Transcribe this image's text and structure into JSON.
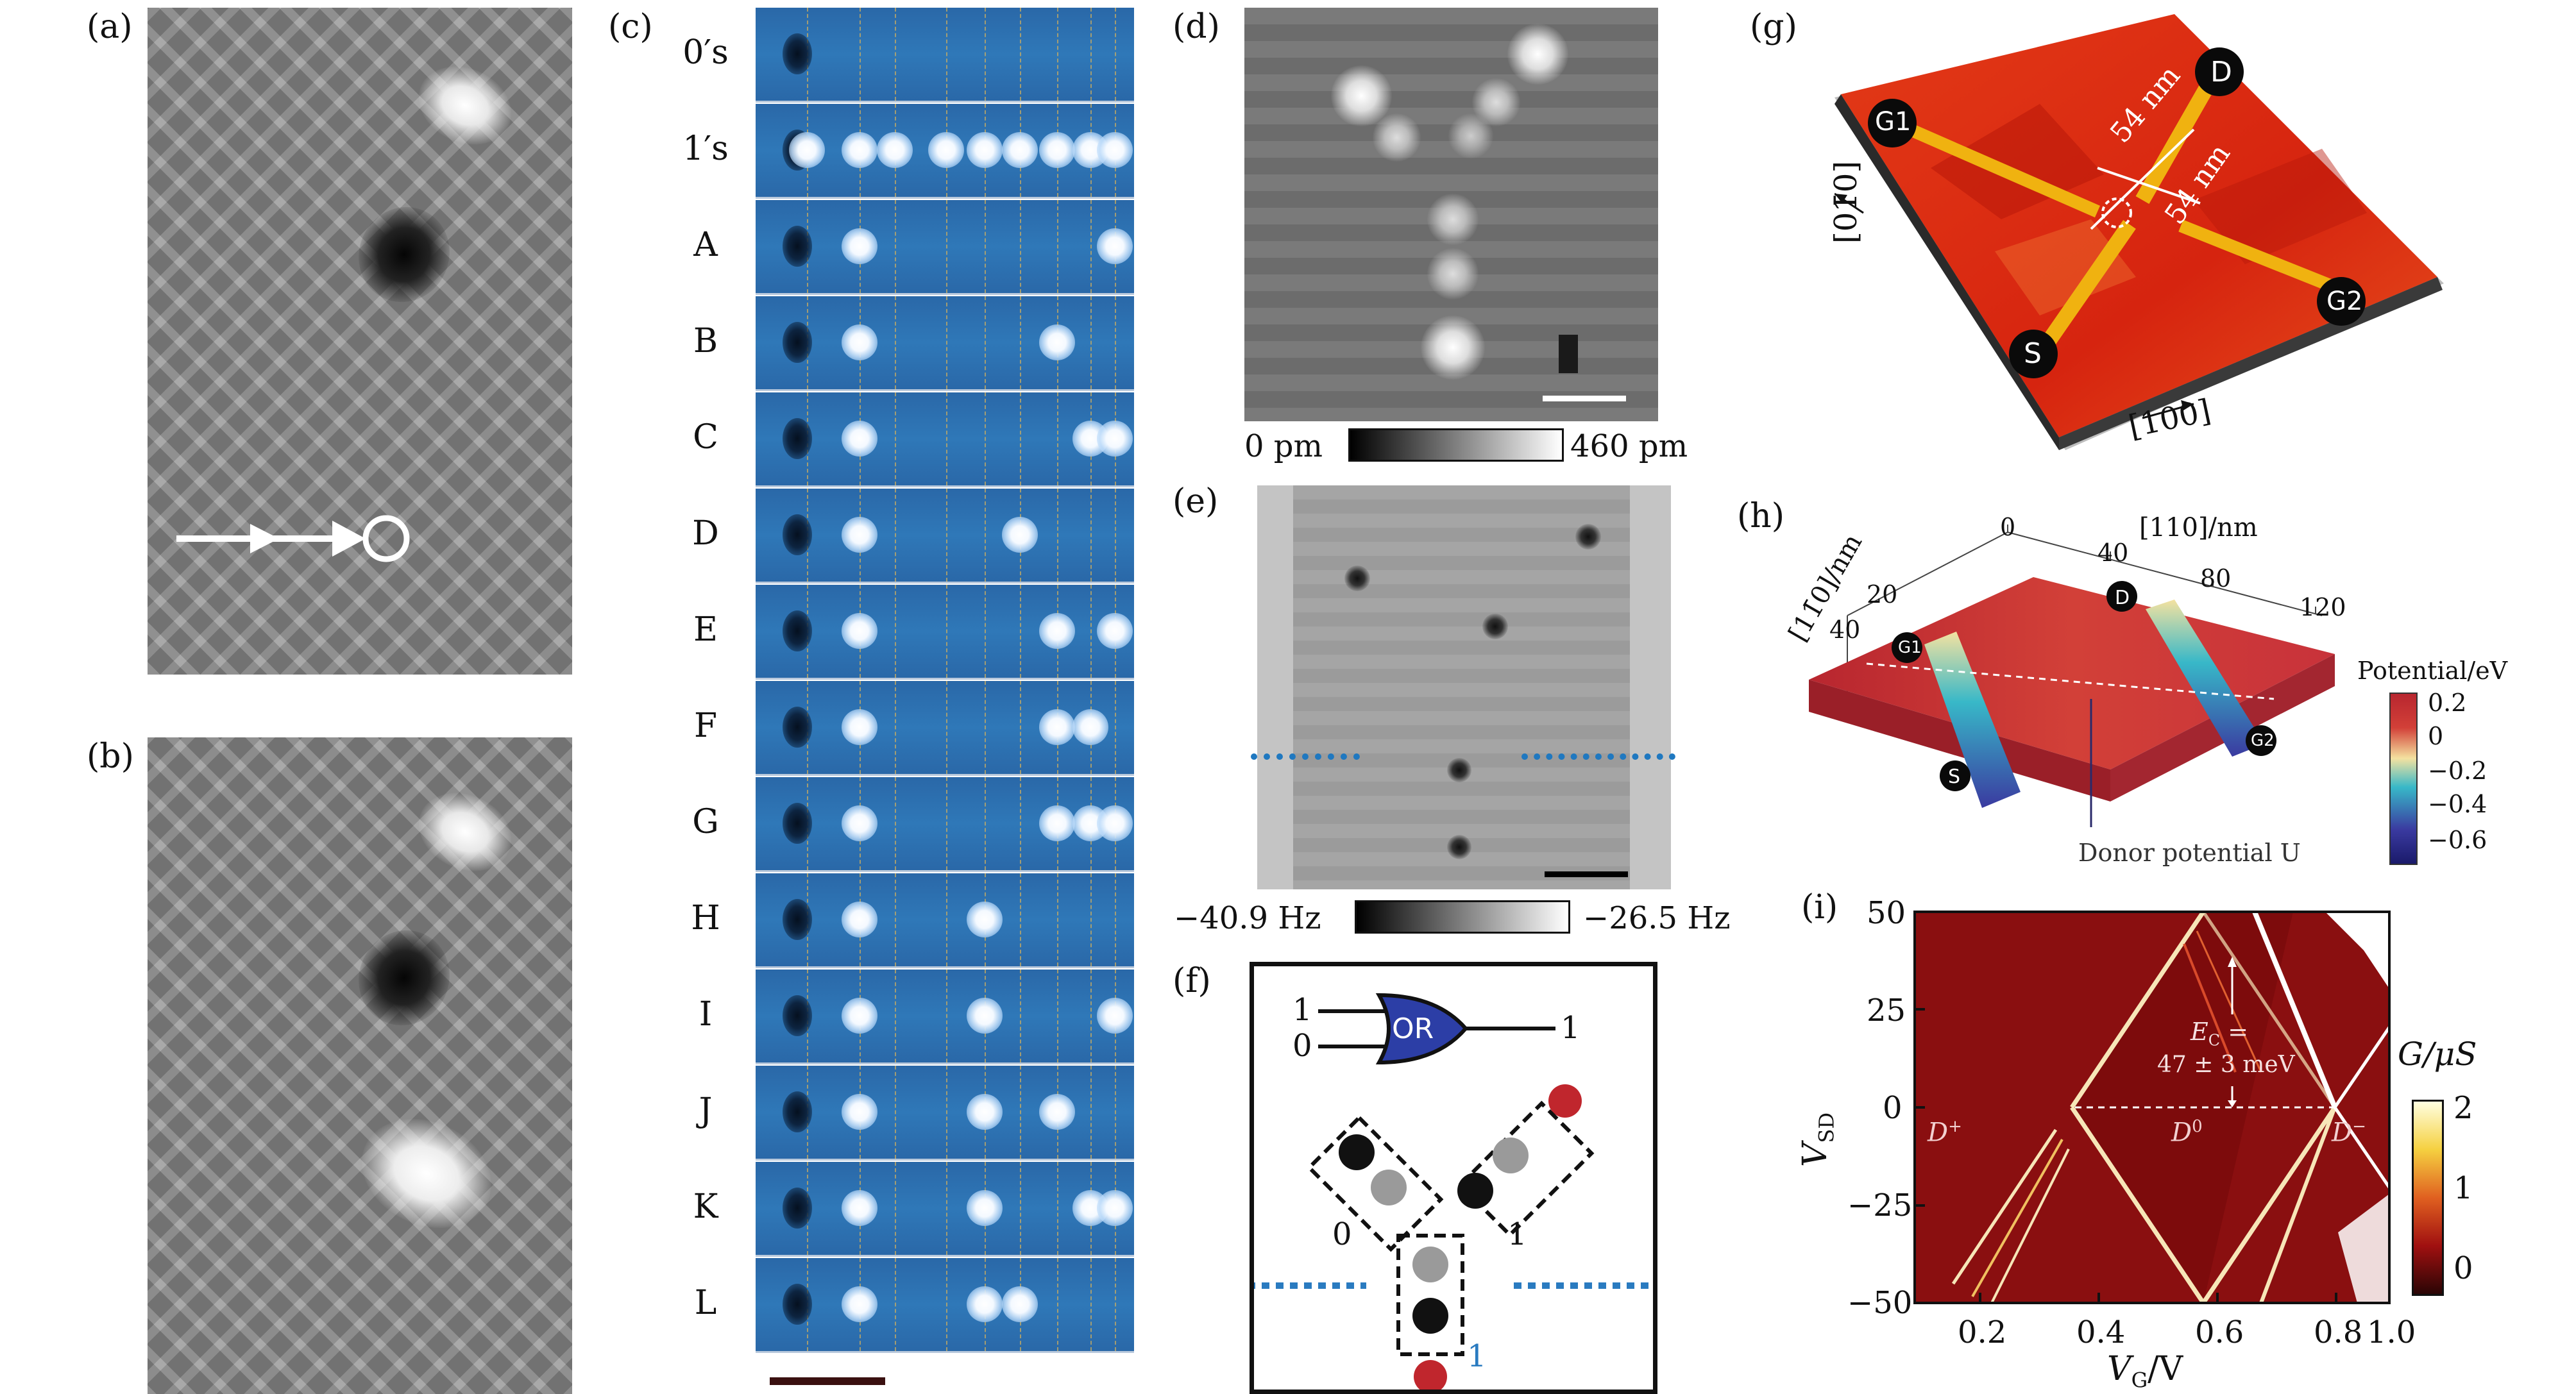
{
  "panel_labels": {
    "a": "(a)",
    "b": "(b)",
    "c": "(c)",
    "d": "(d)",
    "e": "(e)",
    "f": "(f)",
    "g": "(g)",
    "h": "(h)",
    "i": "(i)"
  },
  "panel_c": {
    "rows": [
      "0′s",
      "1′s",
      "A",
      "B",
      "C",
      "D",
      "E",
      "F",
      "G",
      "H",
      "I",
      "J",
      "K",
      "L"
    ]
  },
  "panel_d": {
    "cbar_min": "0 pm",
    "cbar_max": "460 pm"
  },
  "panel_e": {
    "cbar_min": "−40.9 Hz",
    "cbar_max": "−26.5 Hz"
  },
  "panel_f": {
    "gate_label": "OR",
    "input_top": "1",
    "input_bottom": "0",
    "output": "1",
    "branch_left": "0",
    "branch_right": "1",
    "bottom_label": "1",
    "colors": {
      "gate": "#2c3ea6",
      "red": "#c0262d",
      "gray": "#9a9a9a",
      "black": "#111111",
      "blue_label": "#2a7bc0",
      "dashed": "#2a7bc0"
    }
  },
  "panel_g": {
    "labels": {
      "g1": "G1",
      "d": "D",
      "s": "S",
      "g2": "G2"
    },
    "dist1": "54 nm",
    "dist2": "54 nm",
    "axis_y": "[01̄0]",
    "axis_x": "[100]"
  },
  "panel_h": {
    "axis_left": "[11̄0]/nm",
    "axis_right": "[110]/nm",
    "ticks_left": [
      "20",
      "40"
    ],
    "ticks_right": [
      "0",
      "40",
      "80",
      "120"
    ],
    "labels": {
      "g1": "G1",
      "d": "D",
      "s": "S",
      "g2": "G2"
    },
    "donor_label": "Donor potential U",
    "cbar_title": "Potential/eV",
    "cbar_ticks": [
      "0.2",
      "0",
      "−0.2",
      "−0.4",
      "−0.6"
    ]
  },
  "panel_i": {
    "ylabel": "V",
    "ylabel_sub": "SD",
    "xlabel": "V",
    "xlabel_sub": "G",
    "xlabel_unit": "/V",
    "yticks": [
      "50",
      "25",
      "0",
      "−25",
      "−50"
    ],
    "xticks": [
      "0.2",
      "0.4",
      "0.6",
      "0.8",
      "1.0"
    ],
    "ec_label": "E",
    "ec_sub": "C",
    "ec_eq": " =",
    "ec_value": "47 ± 3 meV",
    "region_dplus": "D",
    "region_dplus_sup": "+",
    "region_d0": "D",
    "region_d0_sup": "0",
    "region_dminus": "D",
    "region_dminus_sup": "−",
    "cbar_title": "G/μS",
    "cbar_ticks": [
      "2",
      "1",
      "0"
    ]
  }
}
